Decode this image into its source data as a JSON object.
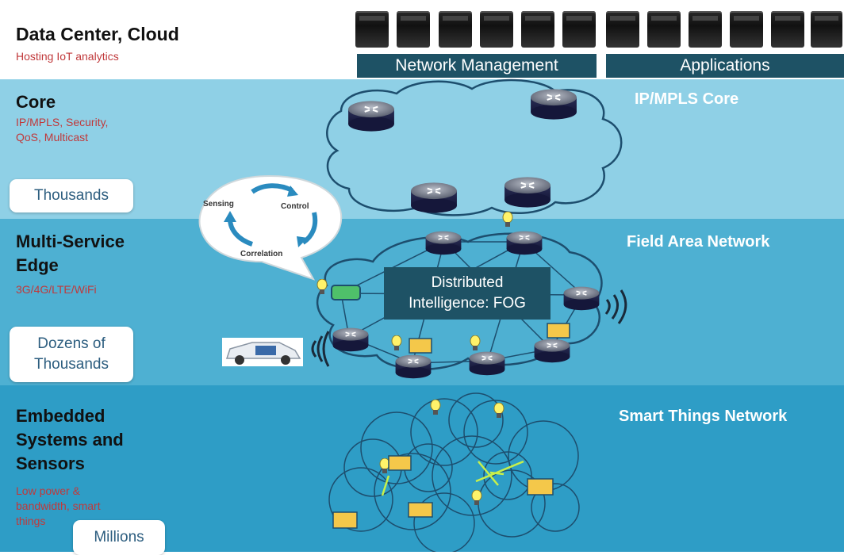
{
  "tiers": {
    "datacenter": {
      "title": "Data Center, Cloud",
      "subtitle": "Hosting IoT analytics"
    },
    "core": {
      "title": "Core",
      "subtitle_lines": [
        "IP/MPLS, Security,",
        "QoS, Multicast"
      ],
      "count": "Thousands"
    },
    "edge": {
      "title_lines": [
        "Multi-Service",
        "Edge"
      ],
      "subtitle": "3G/4G/LTE/WiFi",
      "count_lines": [
        "Dozens of",
        "Thousands"
      ]
    },
    "things": {
      "title_lines": [
        "Embedded",
        "Systems and",
        "Sensors"
      ],
      "subtitle_lines": [
        "Low power &",
        "bandwidth, smart",
        "things"
      ],
      "count": "Millions"
    }
  },
  "bars": {
    "network_management": "Network Management",
    "applications": "Applications"
  },
  "networks": {
    "core": "IP/MPLS Core",
    "field": "Field Area Network",
    "smart": "Smart Things Network"
  },
  "fog": {
    "line1": "Distributed",
    "line2": "Intelligence: FOG"
  },
  "cycle": {
    "sensing": "Sensing",
    "control": "Control",
    "correlation": "Correlation"
  },
  "colors": {
    "core_band": "#8fd0e6",
    "edge_band": "#4eb0d2",
    "things_band": "#2e9dc6",
    "subtitle_red": "#c0393b",
    "dark_bar": "#1e5265"
  }
}
